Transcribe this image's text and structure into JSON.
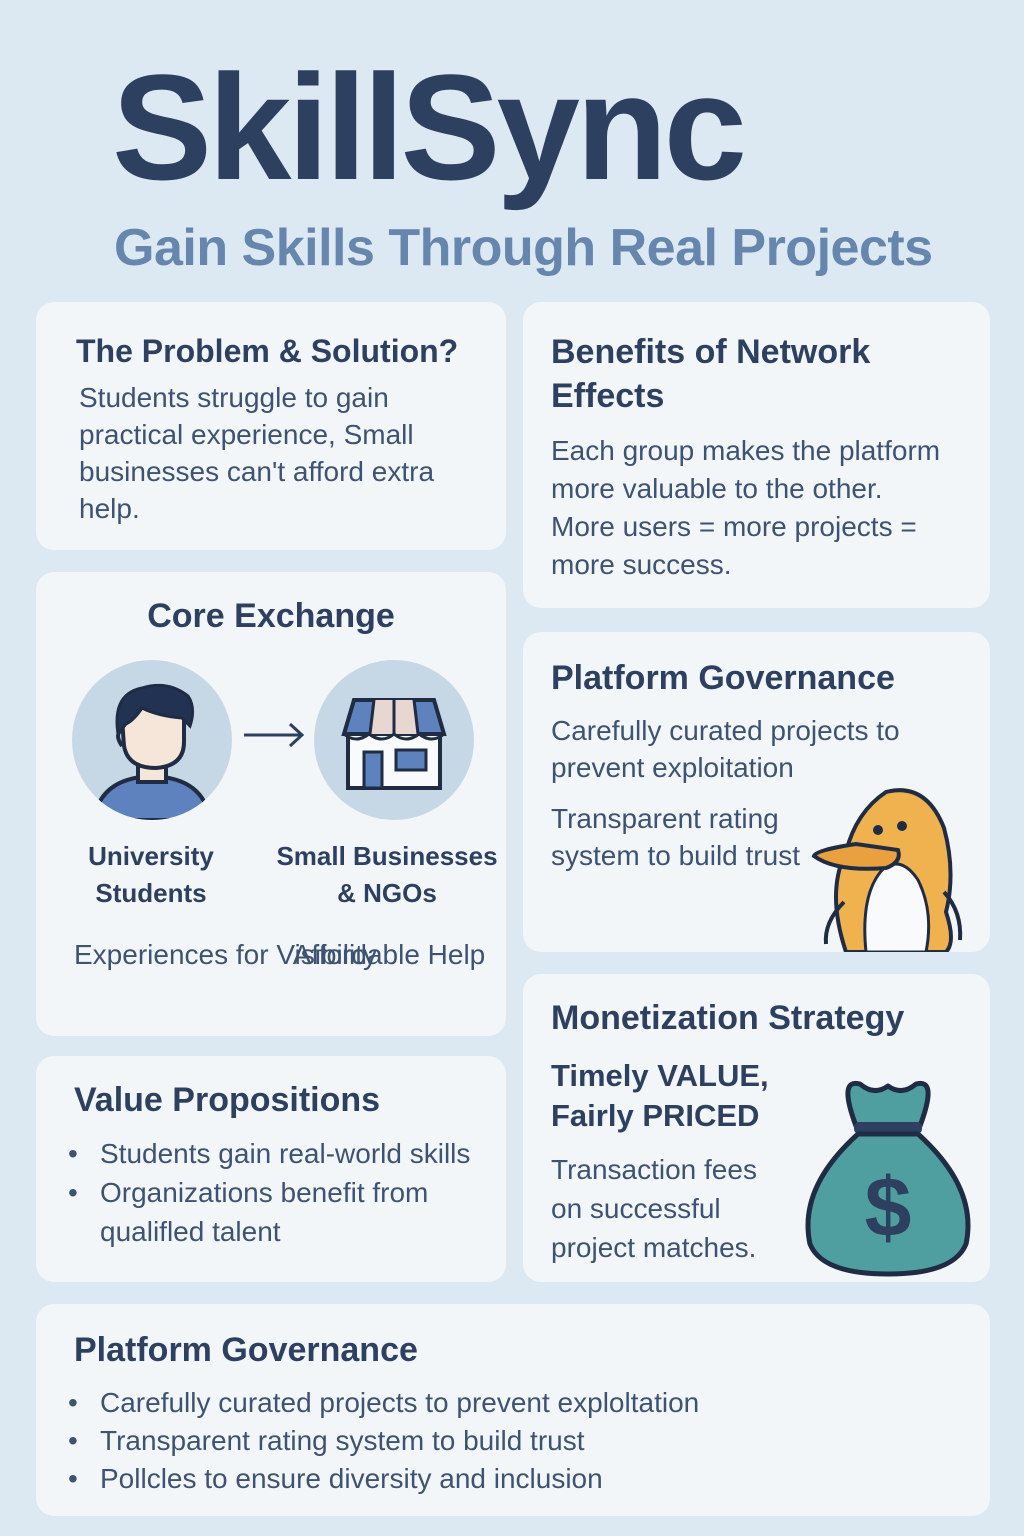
{
  "header": {
    "title": "SkillSync",
    "subtitle": "Gain Skills Through Real Projects"
  },
  "problem": {
    "heading": "The Problem & Solution?",
    "body": "Students struggle to gain practical experience, Small businesses can't afford extra help."
  },
  "network": {
    "heading": "Benefits of Network Effects",
    "body_1": "Each group makes the platform more valuable to the other.",
    "body_2": "More users = more projects = more success."
  },
  "core_exchange": {
    "heading": "Core Exchange",
    "left_role": "University Students",
    "left_offer": "Experiences for Visibility",
    "right_role": "Small Businesses & NGOs",
    "right_offer": "Affordable Help",
    "left_icon": "student-avatar-icon",
    "right_icon": "storefront-icon",
    "arrow_icon": "arrow-right-icon"
  },
  "governance_short": {
    "heading": "Platform Governance",
    "point_1": "Carefully curated projects to prevent exploitation",
    "point_2": "Transparent rating system to build trust",
    "icon": "penguin-icon"
  },
  "value_props": {
    "heading": "Value Propositions",
    "items": [
      "Students gain real-world skills",
      "Organizations benefit from qualifled talent"
    ]
  },
  "monetization": {
    "heading": "Monetization Strategy",
    "tagline": "Timely VALUE, Fairly PRICED",
    "body": "Transaction fees on successful project matches.",
    "icon": "money-bag-icon"
  },
  "governance_full": {
    "heading": "Platform Governance",
    "items": [
      "Carefully curated projects to prevent exploltation",
      "Transparent rating system to build trust",
      "Pollcles to ensure diversity and inclusion"
    ]
  },
  "colors": {
    "background": "#dce8f2",
    "card": "#f3f6f9",
    "title": "#2e4060",
    "subtitle": "#6686ad",
    "accent_teal": "#4f9fa0",
    "accent_orange": "#f0b24e"
  }
}
